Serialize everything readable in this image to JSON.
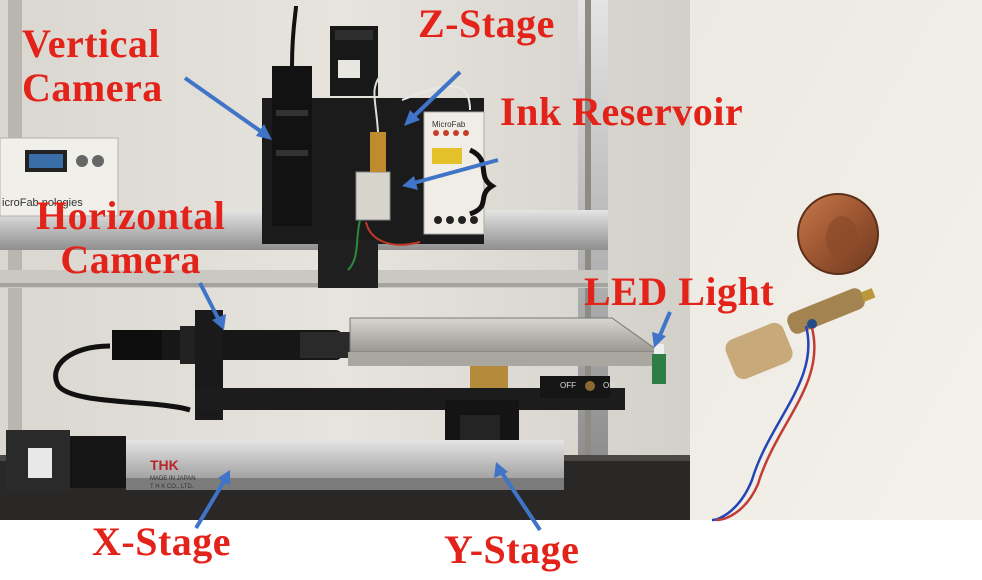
{
  "labels": {
    "vertical_camera": "Vertical\nCamera",
    "z_stage": "Z-Stage",
    "ink_reservoir": "Ink Reservoir",
    "horizontal_camera": "Horizontal\nCamera",
    "led_light": "LED Light",
    "x_stage": "X-Stage",
    "y_stage": "Y-Stage"
  },
  "colors": {
    "label_red": "#e32219",
    "arrow_blue": "#3f74c8"
  },
  "photo_text": {
    "microfab_panel": "MicroFab",
    "thk_brand": "THK",
    "thk_company": "T H K CO., LTD.",
    "made_in_japan": "MADE IN JAPAN",
    "switch_off": "OFF",
    "switch_on": "ON",
    "controller_left": "icroFab",
    "controller_left2": "nologies"
  }
}
